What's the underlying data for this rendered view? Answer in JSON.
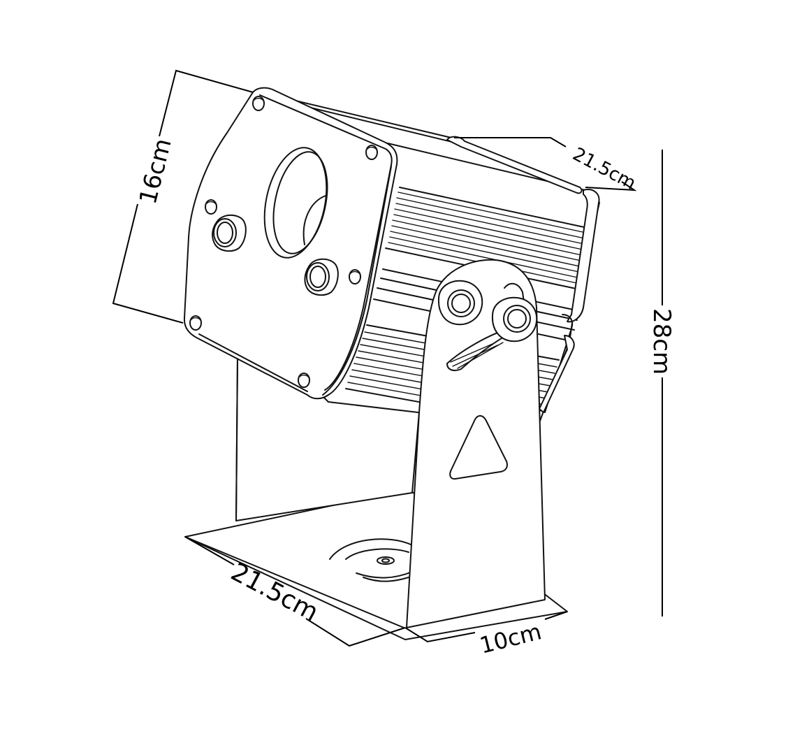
{
  "dimensions": {
    "front_height": "16cm",
    "depth_top": "21.5cm",
    "total_height": "28cm",
    "depth_base": "21.5cm",
    "width_base": "10cm"
  },
  "colors": {
    "line": "#111111",
    "background": "#ffffff"
  }
}
